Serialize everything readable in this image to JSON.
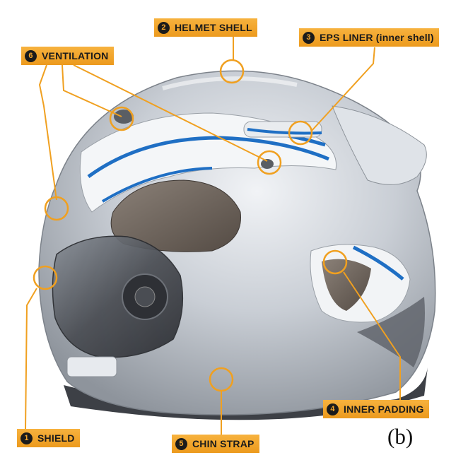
{
  "labels": [
    {
      "num": "2",
      "text": "HELMET SHELL"
    },
    {
      "num": "3",
      "text": "EPS LINER (inner shell)"
    },
    {
      "num": "6",
      "text": "VENTILATION"
    },
    {
      "num": "4",
      "text": "INNER PADDING"
    },
    {
      "num": "1",
      "text": "SHIELD"
    },
    {
      "num": "5",
      "text": "CHIN STRAP"
    }
  ],
  "figure_tag": "(b)",
  "colors": {
    "label_orange": "#f4a52b",
    "leader_line": "#f0a020",
    "shell_silver": "#c4c9d0",
    "liner_blue": "#1f6fc4",
    "padding_brown": "#6b625a",
    "shield_dark": "#3b3d42"
  }
}
